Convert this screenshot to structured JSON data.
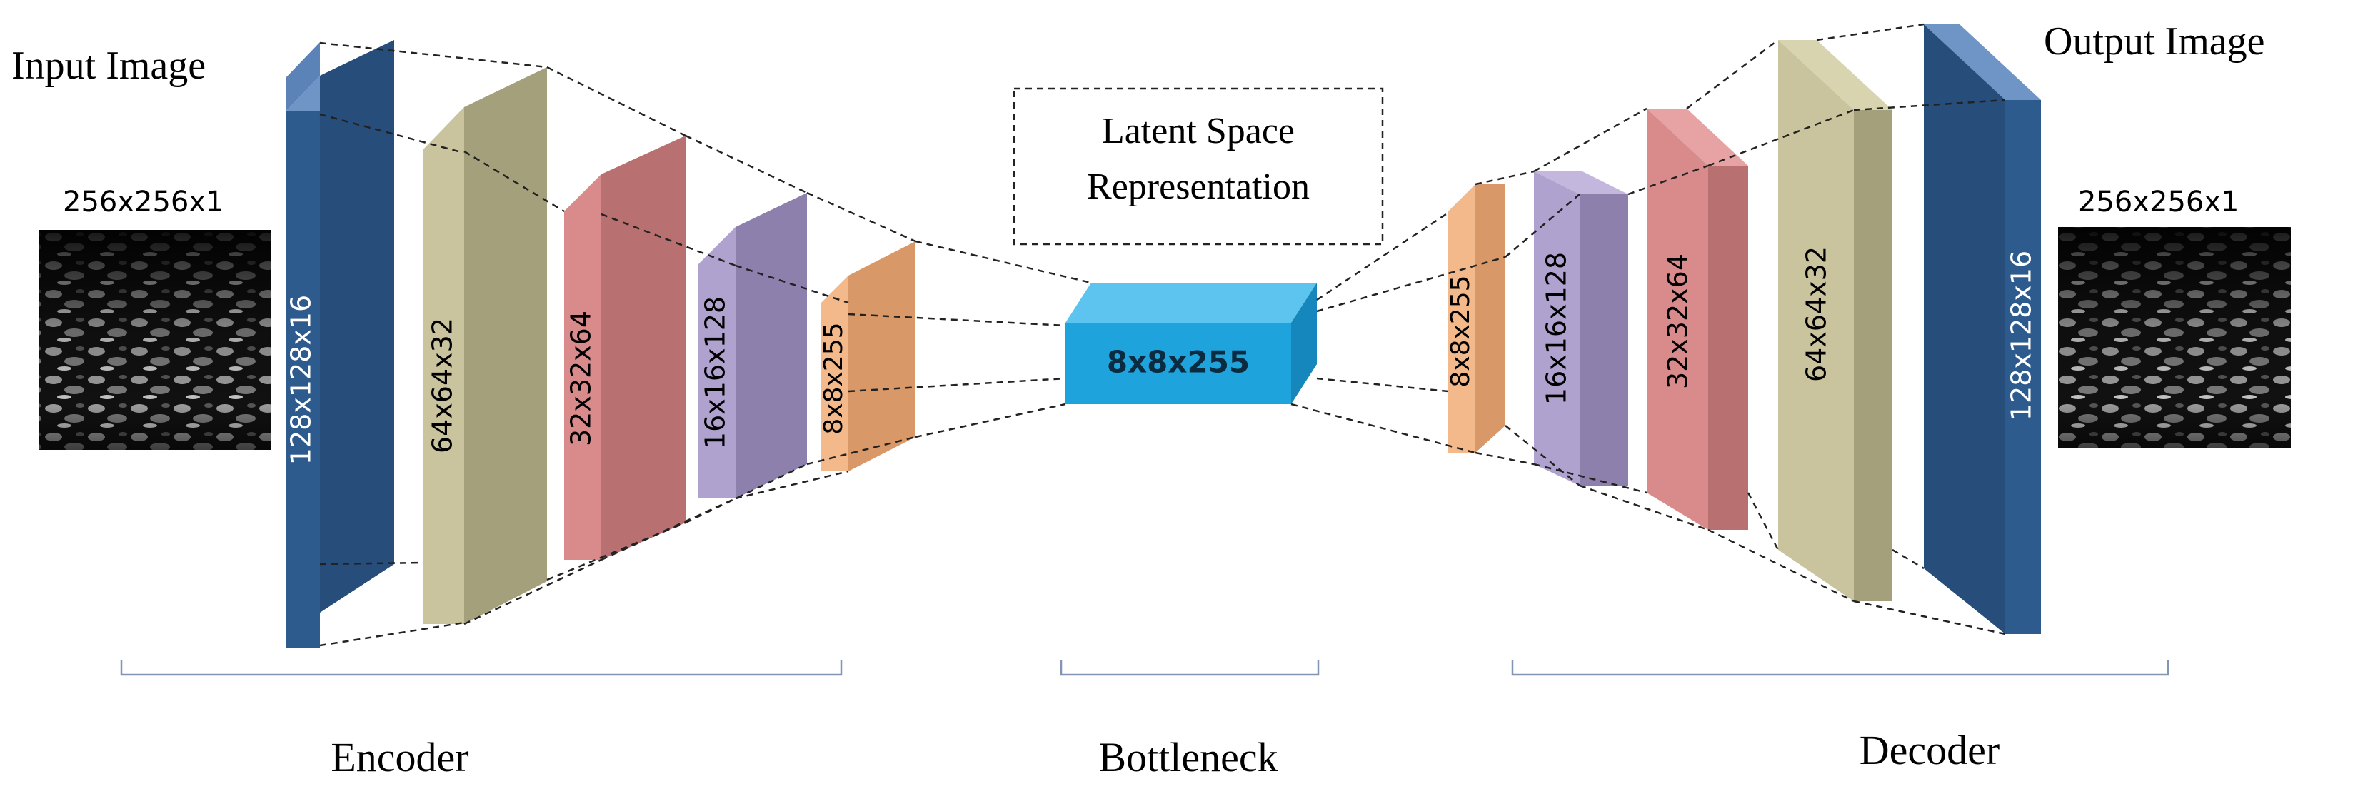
{
  "labels": {
    "input_image": "Input Image",
    "output_image": "Output Image",
    "input_size": "256x256x1",
    "output_size": "256x256x1",
    "latent_line1": "Latent Space",
    "latent_line2": "Representation",
    "encoder": "Encoder",
    "bottleneck": "Bottleneck",
    "decoder": "Decoder"
  },
  "encoder_layers": [
    {
      "label": "128x128x16",
      "color": "#2e5b8e"
    },
    {
      "label": "64x64x32",
      "color": "#b9b48f"
    },
    {
      "label": "32x32x64",
      "color": "#d17f80"
    },
    {
      "label": "16x16x128",
      "color": "#a596c5"
    },
    {
      "label": "8x8x255",
      "color": "#f0b07c"
    }
  ],
  "bottleneck_layer": {
    "label": "8x8x255",
    "color": "#1ea3dc"
  },
  "decoder_layers": [
    {
      "label": "8x8x255",
      "color": "#f0b07c"
    },
    {
      "label": "16x16x128",
      "color": "#a596c5"
    },
    {
      "label": "32x32x64",
      "color": "#d17f80"
    },
    {
      "label": "64x64x32",
      "color": "#b9b48f"
    },
    {
      "label": "128x128x16",
      "color": "#2e5b8e"
    }
  ]
}
